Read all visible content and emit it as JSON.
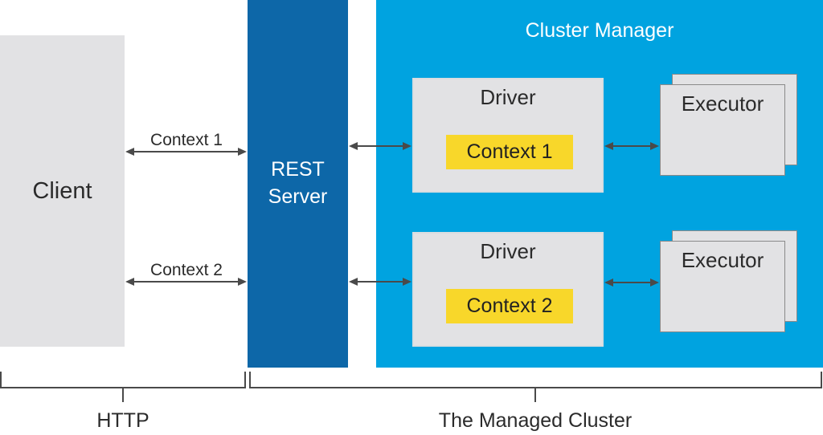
{
  "diagram": {
    "client": {
      "label": "Client"
    },
    "rest_server": {
      "line1": "REST",
      "line2": "Server"
    },
    "cluster_manager": {
      "title": "Cluster Manager"
    },
    "drivers": [
      {
        "label": "Driver",
        "context_label": "Context 1"
      },
      {
        "label": "Driver",
        "context_label": "Context 2"
      }
    ],
    "executors": [
      {
        "label": "Executor"
      },
      {
        "label": "Executor"
      }
    ],
    "links": {
      "client_rest_1_label": "Context 1",
      "client_rest_2_label": "Context 2"
    },
    "spans": {
      "http_label": "HTTP",
      "managed_cluster_label": "The Managed Cluster"
    },
    "colors": {
      "rest_server_blue": "#0d67a8",
      "cluster_manager_blue": "#00a3e0",
      "box_gray": "#e2e2e4",
      "executor_border_gray": "#8a8a8a",
      "context_yellow": "#f8d72a",
      "connector_gray": "#4a4a4a",
      "text_dark": "#2b2b2b",
      "text_light": "#ffffff"
    }
  }
}
